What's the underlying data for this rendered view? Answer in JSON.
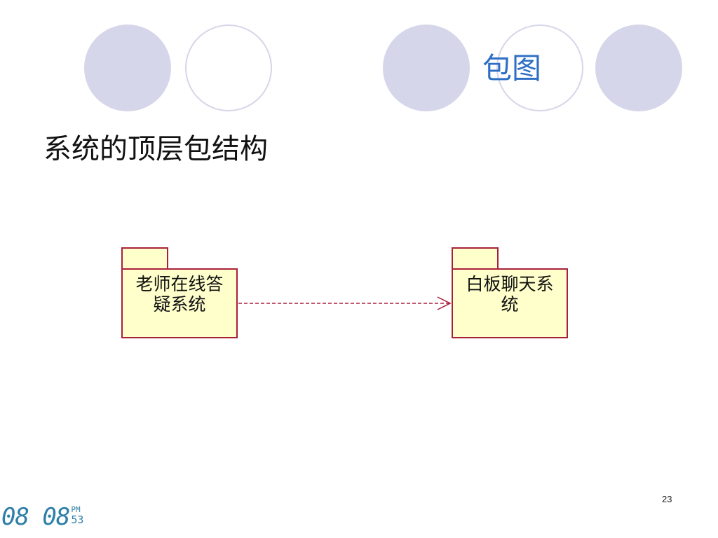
{
  "slide": {
    "title": "包图",
    "subtitle": "系统的顶层包结构",
    "page_number": "23"
  },
  "colors": {
    "circle_fill": "#d6d6ea",
    "title_color": "#2e6ec4",
    "package_fill": "#ffffcc",
    "package_border": "#a8203c",
    "dependency_line": "#a8203c",
    "clock_color": "#2d7fa8"
  },
  "diagram": {
    "packages": [
      {
        "id": "pkg-qa",
        "name_lines": [
          "老师在线答",
          "疑系统"
        ]
      },
      {
        "id": "pkg-chat",
        "name_lines": [
          "白板聊天系",
          "统"
        ]
      }
    ],
    "dependencies": [
      {
        "from": "pkg-qa",
        "to": "pkg-chat",
        "style": "dashed",
        "arrow": "open"
      }
    ]
  },
  "clock": {
    "time": "08 08",
    "ampm": "PM",
    "seconds": "53"
  }
}
